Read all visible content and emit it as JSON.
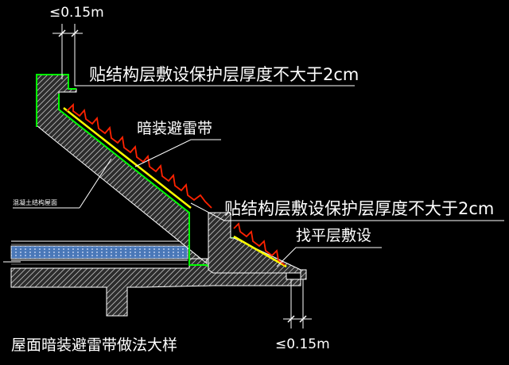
{
  "labels": {
    "dim_top": "≤0.15m",
    "dim_bottom": "≤0.15m",
    "protect_note_top": "贴结构层敷设保护层厚度不大于2cm",
    "protect_note_mid": "贴结构层敷设保护层厚度不大于2cm",
    "hidden_strip": "暗装避雷带",
    "concrete_roof": "混凝土结构屋面",
    "leveling_layer": "找平层敷设",
    "title": "屋面暗装避雷带做法大样"
  },
  "colors": {
    "background": "#000000",
    "lines": "#ffffff",
    "lightning_strip": "#ffff00",
    "protective_layer": "#00ff00",
    "tiles": "#ff2200",
    "insulation": "#5a8ac8",
    "hatch_fill": "#3a3a3a"
  }
}
